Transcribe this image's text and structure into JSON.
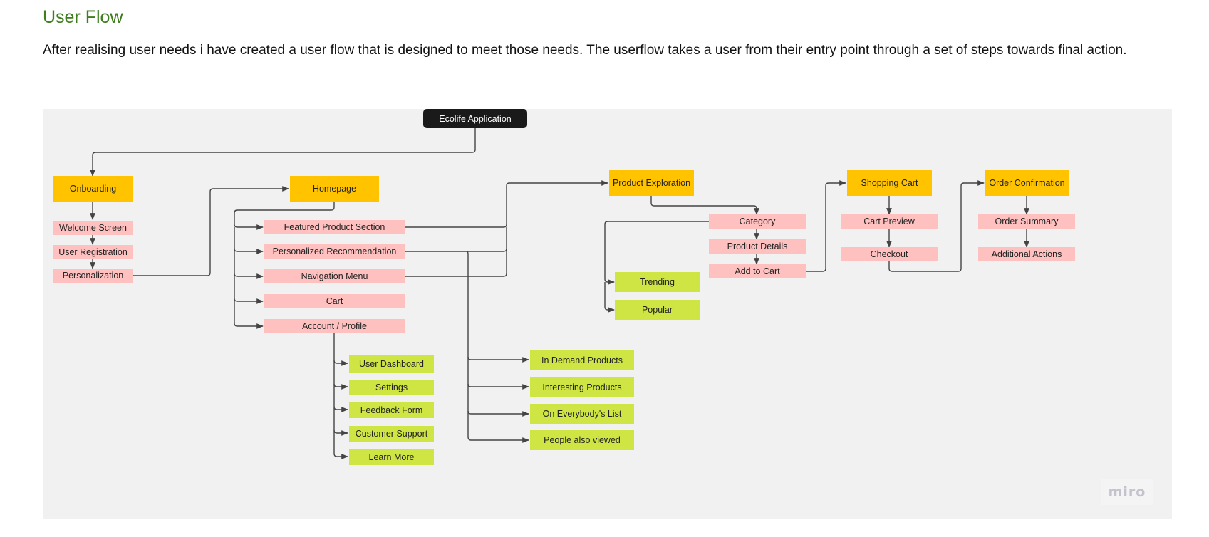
{
  "page": {
    "title": "User Flow",
    "intro": "After realising user needs i have created a user flow that is designed to meet those needs. The userflow takes a user from their entry point through a set of steps towards final action."
  },
  "diagram": {
    "root": "Ecolife Application",
    "onboarding": {
      "label": "Onboarding",
      "steps": [
        "Welcome Screen",
        "User Registration",
        "Personalization"
      ]
    },
    "homepage": {
      "label": "Homepage",
      "sections": [
        "Featured Product Section",
        "Personalized Recommendation",
        "Navigation Menu",
        "Cart",
        "Account / Profile"
      ],
      "account_options": [
        "User Dashboard",
        "Settings",
        "Feedback Form",
        "Customer Support",
        "Learn More"
      ],
      "recommendation_types": [
        "In Demand Products",
        "Interesting Products",
        "On Everybody's List",
        "People also viewed"
      ]
    },
    "product_exploration": {
      "label": "Product Exploration",
      "steps": [
        "Category",
        "Product Details",
        "Add to Cart"
      ],
      "category_filters": [
        "Trending",
        "Popular"
      ]
    },
    "shopping_cart": {
      "label": "Shopping Cart",
      "steps": [
        "Cart Preview",
        "Checkout"
      ]
    },
    "order_confirmation": {
      "label": "Order Confirmation",
      "steps": [
        "Order Summary",
        "Additional Actions"
      ]
    },
    "watermark": "miro"
  },
  "colors": {
    "title": "#3f7d1e",
    "root": "#1a1a1a",
    "main_step": "#ffc300",
    "sub_step": "#ffc0c0",
    "leaf": "#cfe543",
    "board": "#f1f1f1",
    "connector": "#444444"
  }
}
